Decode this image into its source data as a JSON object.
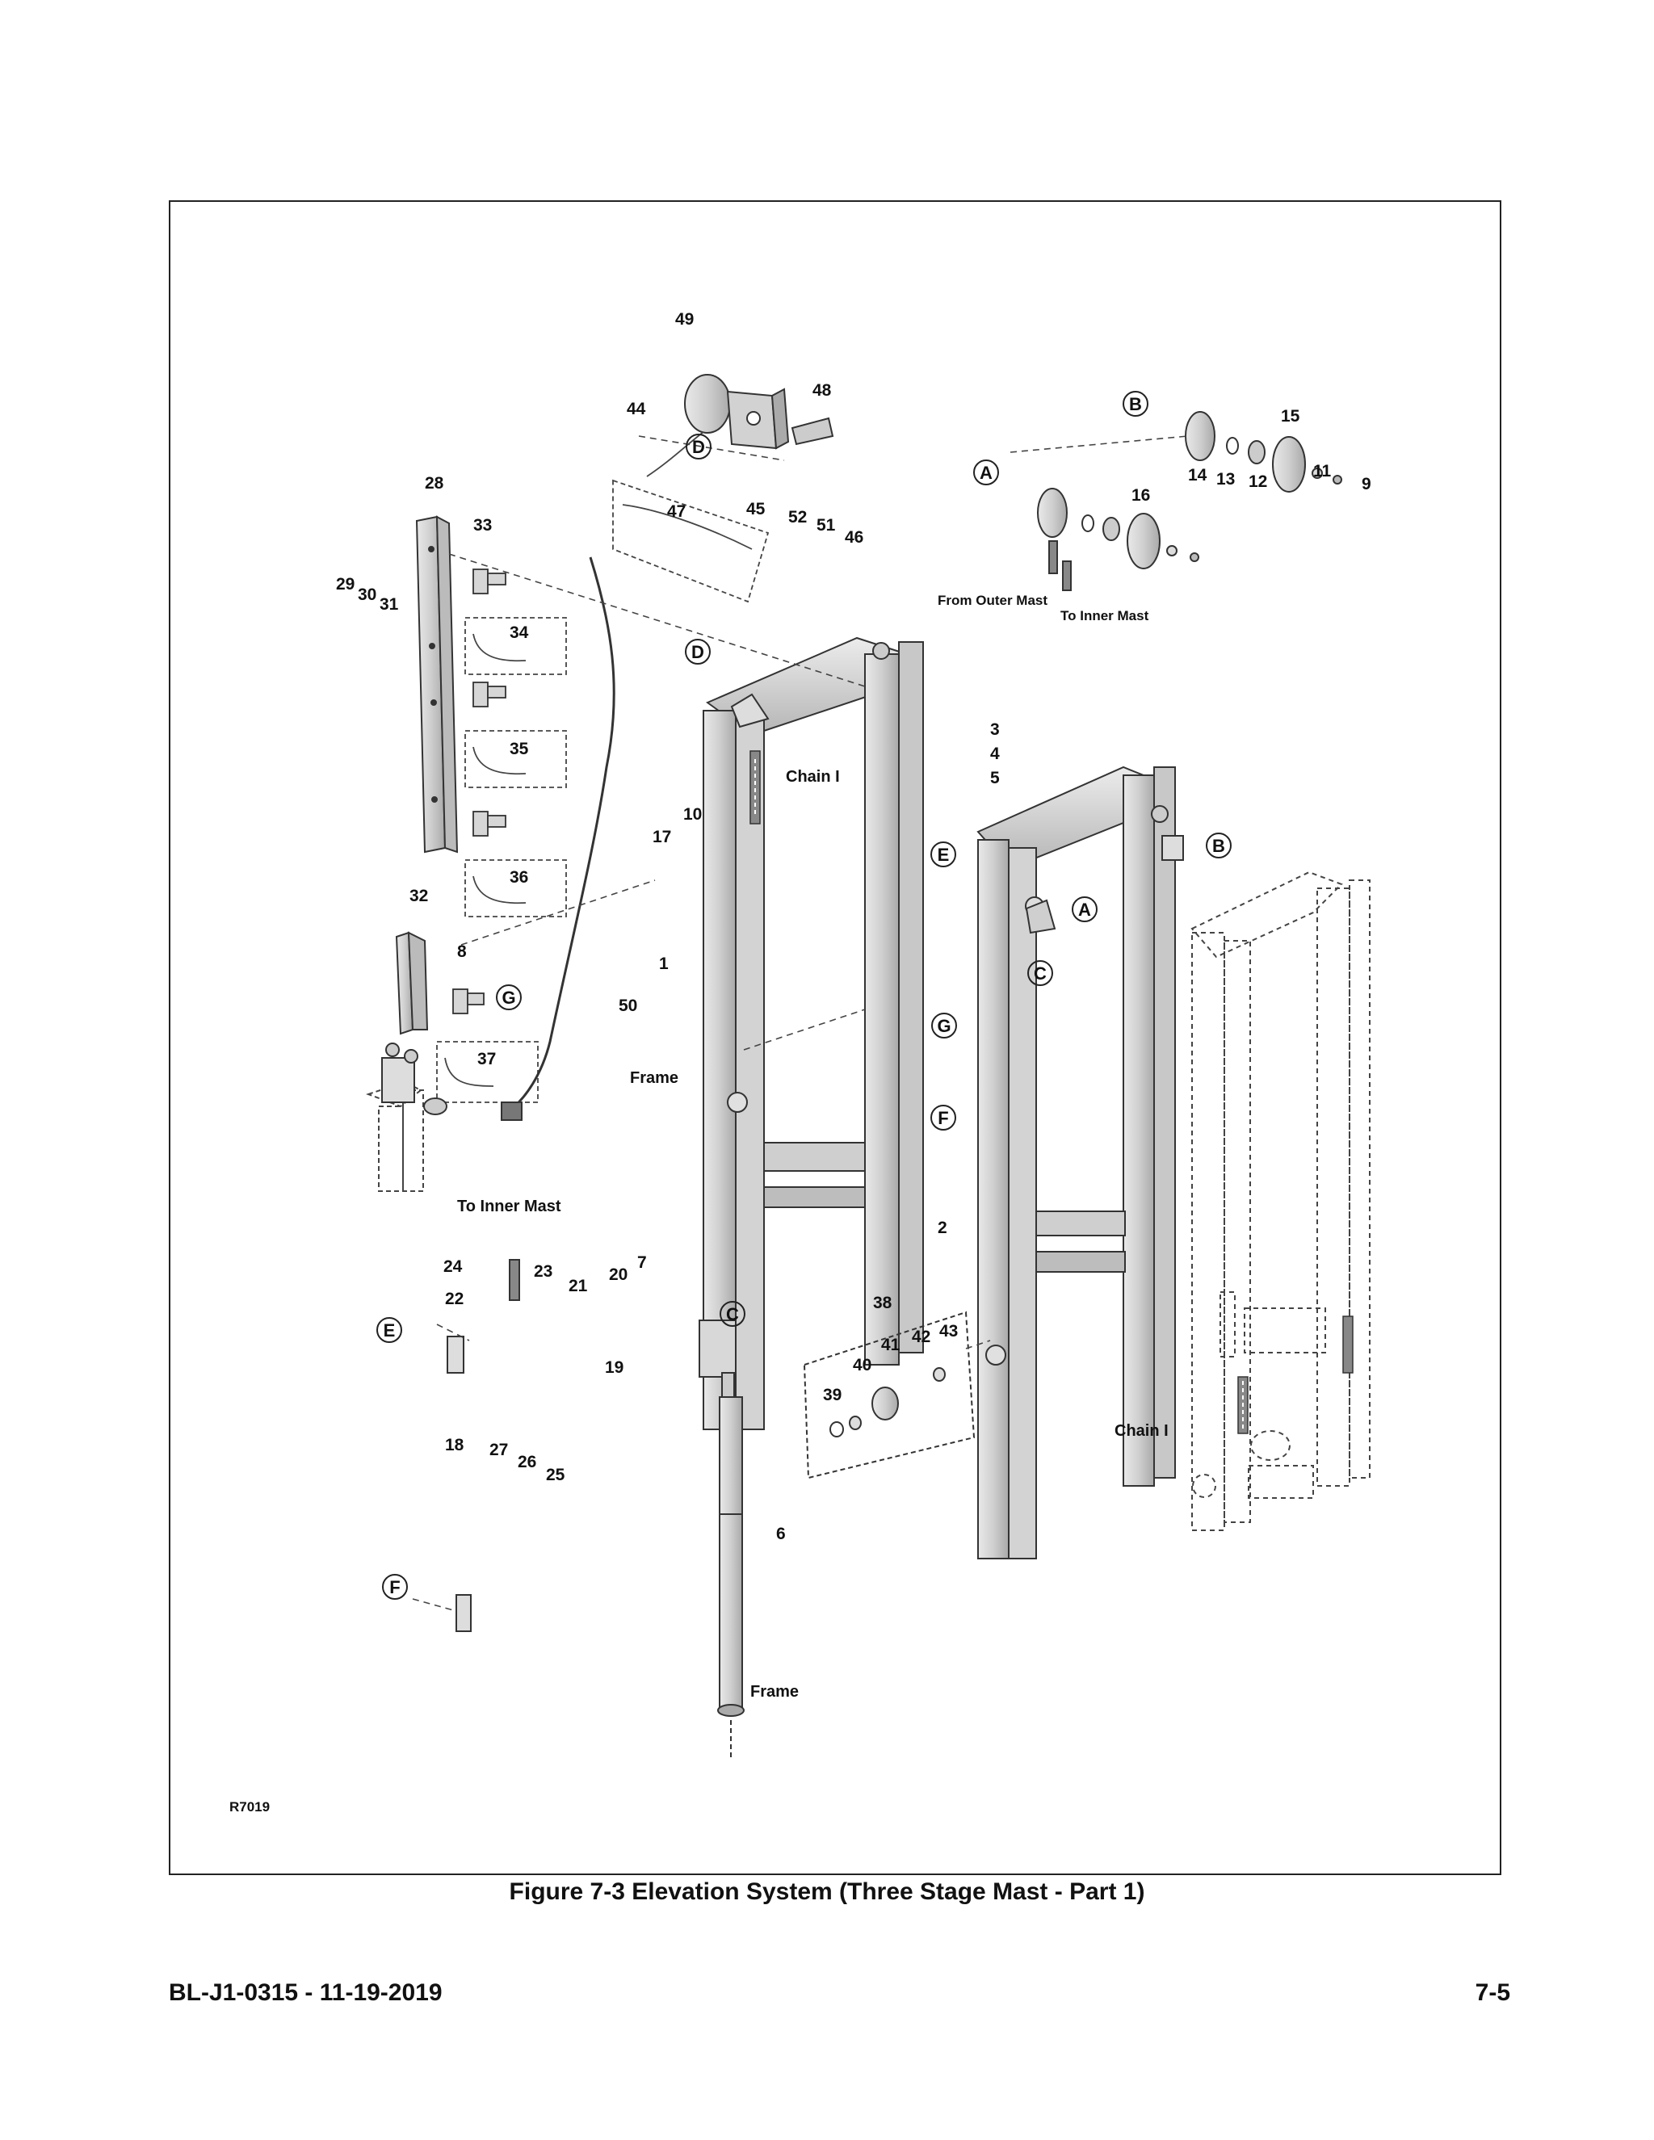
{
  "figure": {
    "drawing_id": "R7019",
    "caption": "Figure 7-3 Elevation System (Three Stage Mast - Part 1)"
  },
  "footer": {
    "document_id": "BL-J1-0315 - 11-19-2019",
    "page_number": "7-5"
  },
  "callouts": [
    "1",
    "2",
    "3",
    "4",
    "5",
    "6",
    "7",
    "8",
    "9",
    "10",
    "11",
    "12",
    "13",
    "14",
    "15",
    "16",
    "17",
    "18",
    "19",
    "20",
    "21",
    "22",
    "23",
    "24",
    "25",
    "26",
    "27",
    "28",
    "29",
    "30",
    "31",
    "32",
    "33",
    "34",
    "35",
    "36",
    "37",
    "38",
    "39",
    "40",
    "41",
    "42",
    "43",
    "44",
    "45",
    "46",
    "47",
    "48",
    "49",
    "50",
    "51",
    "52"
  ],
  "reference_letters": [
    "A",
    "B",
    "C",
    "D",
    "E",
    "F",
    "G"
  ],
  "notes": {
    "chain": "Chain I",
    "frame": "Frame",
    "to_inner_mast": "To Inner Mast",
    "from_outer_mast": "From Outer Mast"
  }
}
